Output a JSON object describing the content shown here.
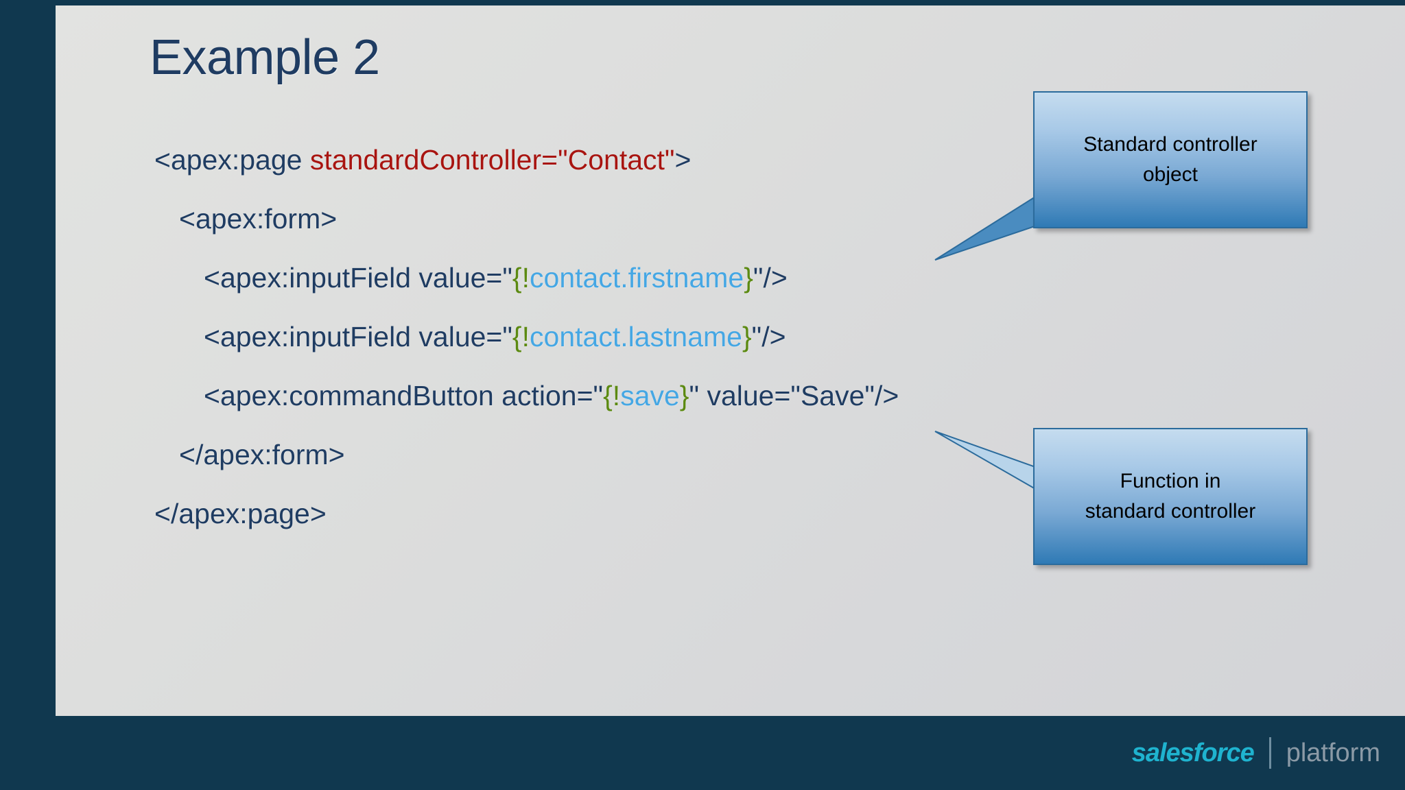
{
  "slide": {
    "title": "Example 2",
    "background_color": "#10384f",
    "canvas_color": "#dedfde",
    "title_color": "#1f3c62"
  },
  "code": {
    "language": "Visualforce",
    "colors": {
      "tag": "#1f3c62",
      "attribute": "#a81410",
      "merge_brace": "#5c8a12",
      "merge_expression": "#45a7e4"
    },
    "lines": [
      {
        "indent": 0,
        "plain": "<apex:page standardController=\"Contact\">",
        "tokens": [
          {
            "type": "tag",
            "text": "<apex:page "
          },
          {
            "type": "attr",
            "text": "standardController=\"Contact\""
          },
          {
            "type": "tag",
            "text": ">"
          }
        ]
      },
      {
        "indent": 1,
        "plain": "<apex:form>",
        "tokens": [
          {
            "type": "tag",
            "text": "<apex:form>"
          }
        ]
      },
      {
        "indent": 2,
        "plain": "<apex:inputField value=\"{!contact.firstname}\"/>",
        "tokens": [
          {
            "type": "tag",
            "text": "<apex:inputField value=\""
          },
          {
            "type": "brace",
            "text": "{!"
          },
          {
            "type": "expr",
            "text": "contact.firstname"
          },
          {
            "type": "brace",
            "text": "}"
          },
          {
            "type": "tag",
            "text": "\"/>"
          }
        ]
      },
      {
        "indent": 2,
        "plain": "<apex:inputField value=\"{!contact.lastname}\"/>",
        "tokens": [
          {
            "type": "tag",
            "text": "<apex:inputField value=\""
          },
          {
            "type": "brace",
            "text": "{!"
          },
          {
            "type": "expr",
            "text": "contact.lastname"
          },
          {
            "type": "brace",
            "text": "}"
          },
          {
            "type": "tag",
            "text": "\"/>"
          }
        ]
      },
      {
        "indent": 2,
        "plain": "<apex:commandButton action=\"{!save}\" value=\"Save\"/>",
        "tokens": [
          {
            "type": "tag",
            "text": "<apex:commandButton action=\""
          },
          {
            "type": "brace",
            "text": "{!"
          },
          {
            "type": "expr",
            "text": "save"
          },
          {
            "type": "brace",
            "text": "}"
          },
          {
            "type": "tag",
            "text": "\" value=\"Save\"/>"
          }
        ]
      },
      {
        "indent": 1,
        "plain": "</apex:form>",
        "tokens": [
          {
            "type": "tag",
            "text": "</apex:form>"
          }
        ]
      },
      {
        "indent": 0,
        "plain": "</apex:page>",
        "tokens": [
          {
            "type": "tag",
            "text": "</apex:page>"
          }
        ]
      }
    ]
  },
  "callouts": [
    {
      "id": "standard-controller-object",
      "line1": "Standard controller",
      "line2": "object",
      "text": "Standard controller object",
      "points_to": "contact.firstname",
      "fill_top": "#c5dcef",
      "fill_bottom": "#2f7ab5",
      "border_color": "#2b6b9c",
      "text_color": "#000000"
    },
    {
      "id": "function-in-standard-controller",
      "line1": "Function in",
      "line2": "standard controller",
      "text": "Function in standard controller",
      "points_to": "save",
      "fill_top": "#c5dcef",
      "fill_bottom": "#2f7ab5",
      "border_color": "#2b6b9c",
      "text_color": "#000000"
    }
  ],
  "footer": {
    "brand": "salesforce",
    "product": "platform",
    "brand_color": "#1fb3cf",
    "product_color": "#8b9aa6"
  }
}
